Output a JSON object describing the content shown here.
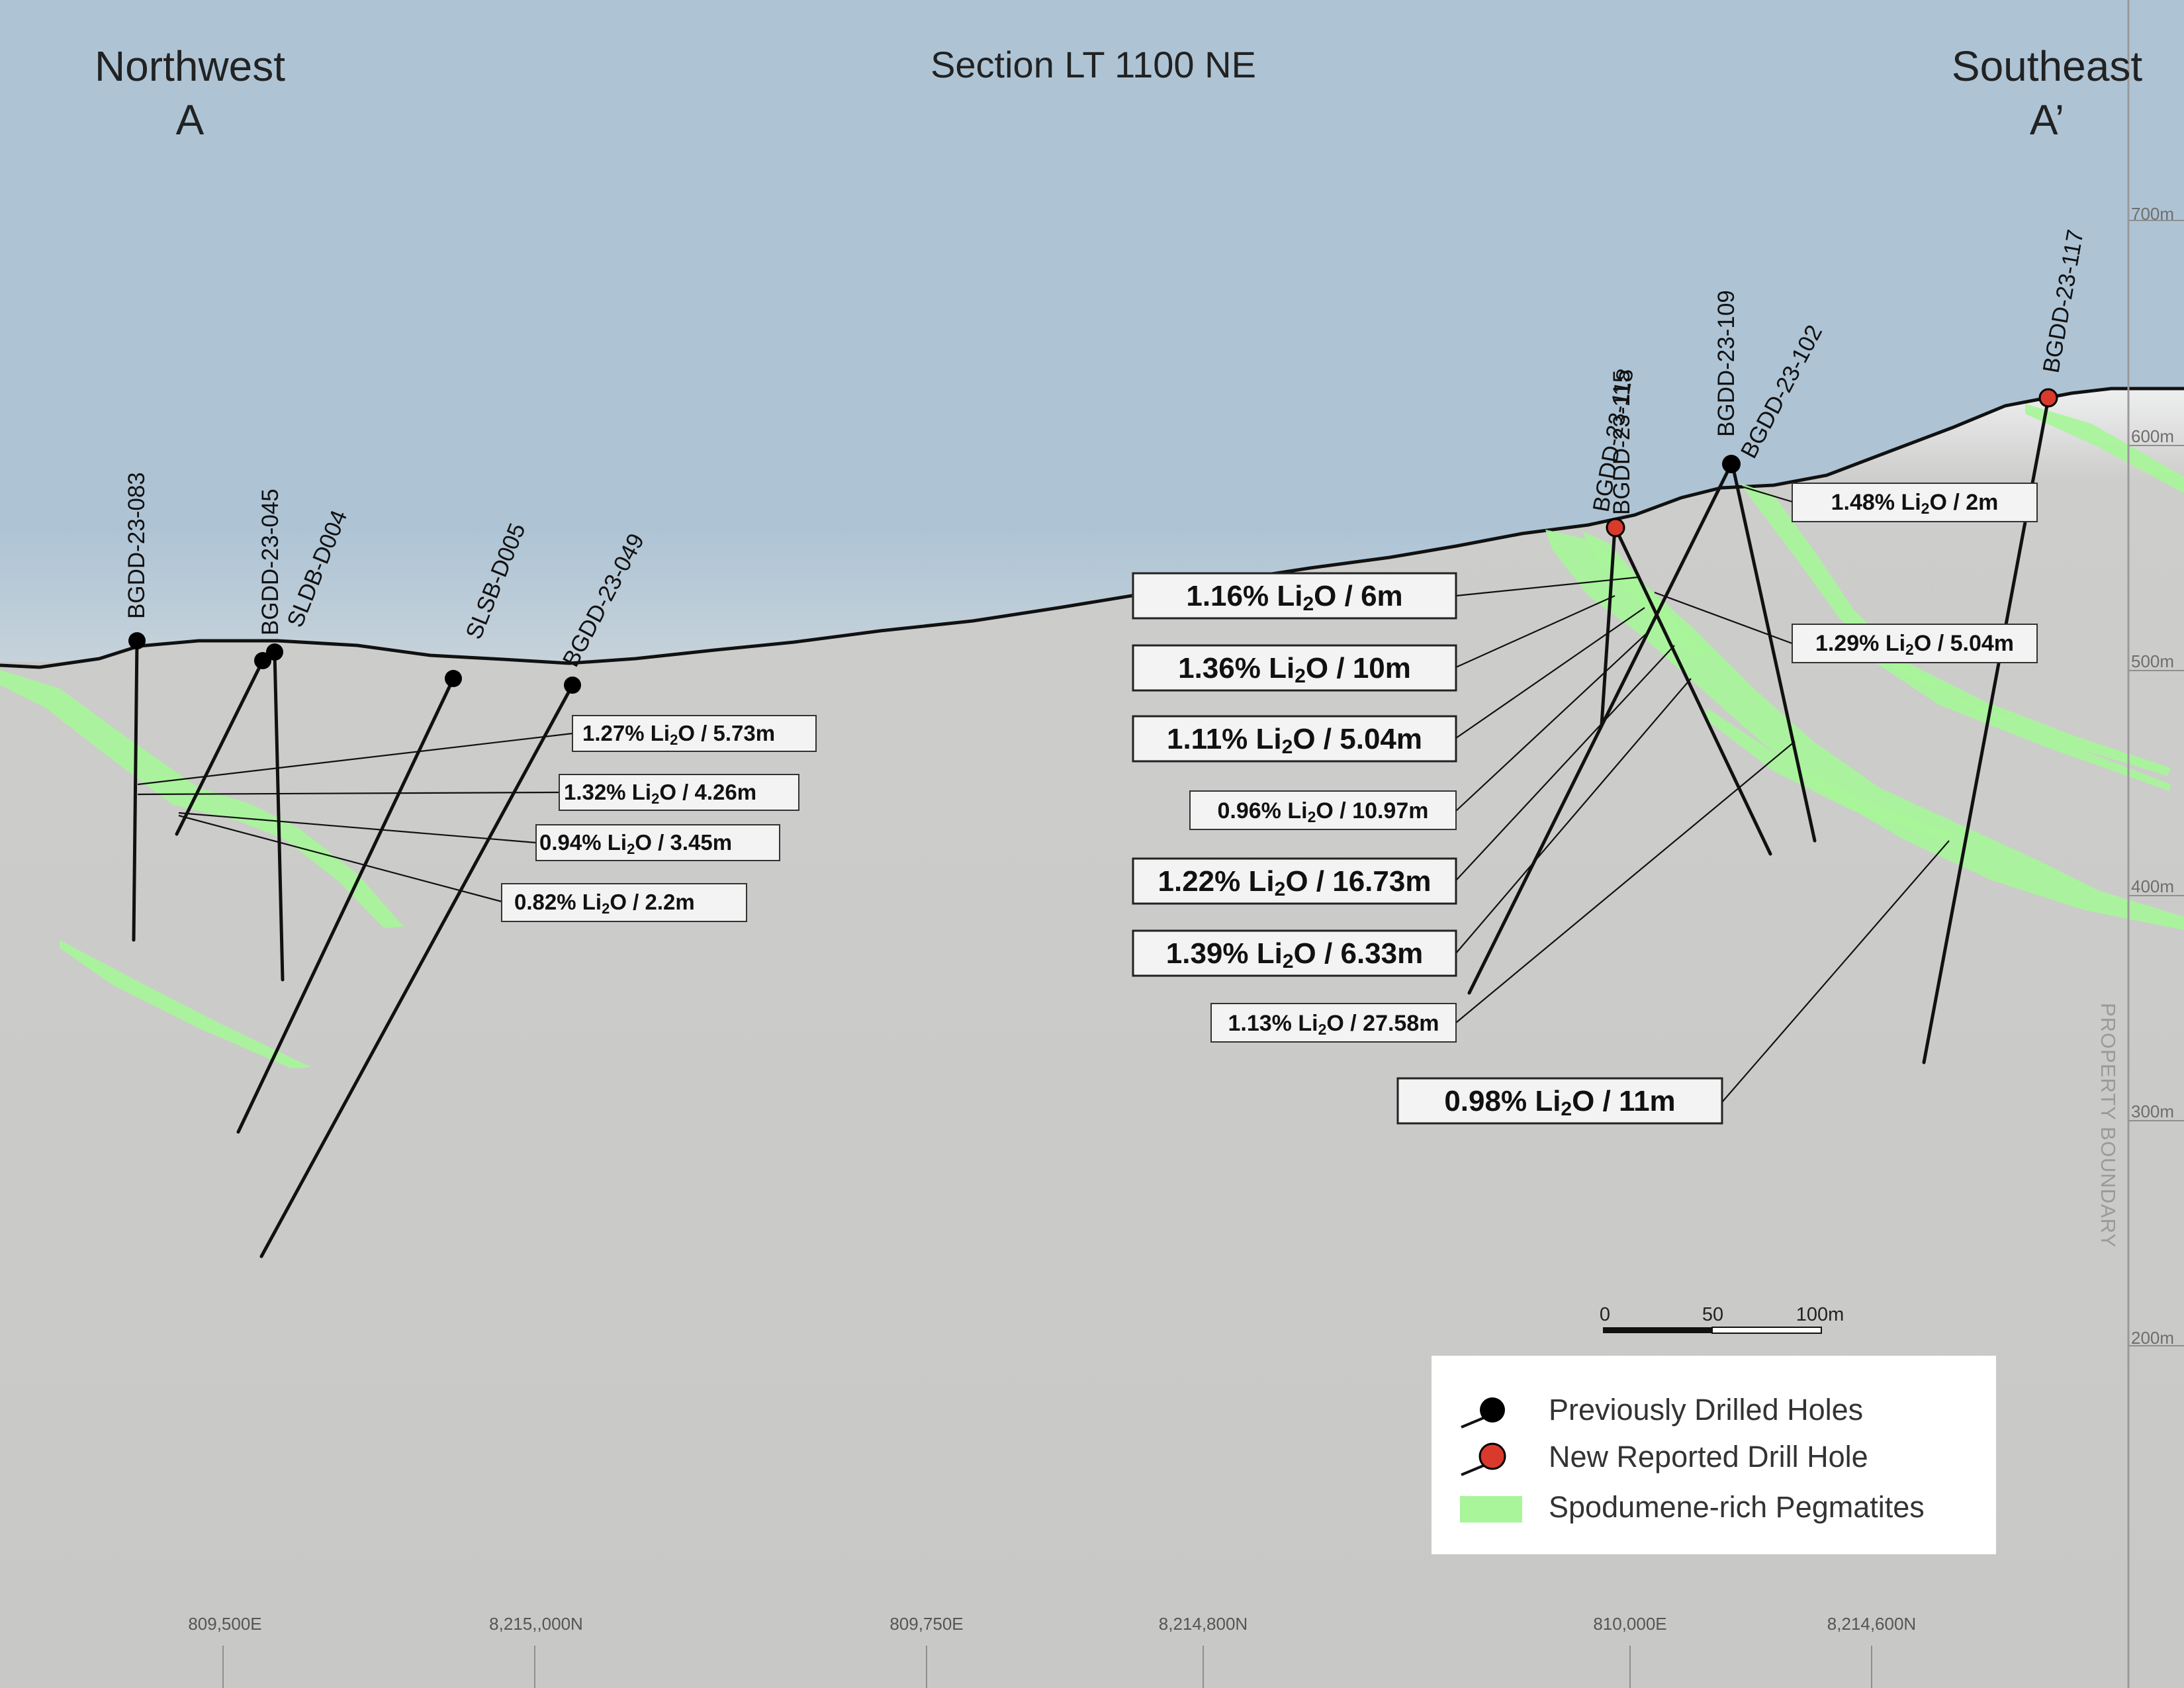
{
  "header": {
    "title": "Section LT 1100 NE",
    "left_direction": "Northwest",
    "left_marker": "A",
    "right_direction": "Southeast",
    "right_marker": "A’"
  },
  "elevation_labels": [
    "700m",
    "600m",
    "500m",
    "400m",
    "300m",
    "200m"
  ],
  "property_boundary_label": "PROPERTY BOUNDARY",
  "holes": [
    {
      "id": "BGDD-23-083",
      "status": "previous"
    },
    {
      "id": "BGDD-23-045",
      "status": "previous"
    },
    {
      "id": "SLDB-D004",
      "status": "previous"
    },
    {
      "id": "SLSB-D005",
      "status": "previous"
    },
    {
      "id": "BGDD-23-049",
      "status": "previous"
    },
    {
      "id": "BGDD-23-118",
      "status": "previous"
    },
    {
      "id": "BGDD-23-115",
      "status": "new"
    },
    {
      "id": "BGDD-23-109",
      "status": "previous"
    },
    {
      "id": "BGDD-23-102",
      "status": "previous"
    },
    {
      "id": "BGDD-23-117",
      "status": "new"
    }
  ],
  "intercepts_left": [
    {
      "grade": "1.27%",
      "length": "5.73m"
    },
    {
      "grade": "1.32%",
      "length": "4.26m"
    },
    {
      "grade": "0.94%",
      "length": "3.45m"
    },
    {
      "grade": "0.82%",
      "length": "2.2m"
    }
  ],
  "intercepts_center": [
    {
      "grade": "1.16%",
      "length": "6m",
      "emphasis": true
    },
    {
      "grade": "1.36%",
      "length": "10m",
      "emphasis": true
    },
    {
      "grade": "1.11%",
      "length": "5.04m",
      "emphasis": true
    },
    {
      "grade": "0.96%",
      "length": "10.97m",
      "emphasis": false
    },
    {
      "grade": "1.22%",
      "length": "16.73m",
      "emphasis": true
    },
    {
      "grade": "1.39%",
      "length": "6.33m",
      "emphasis": true
    },
    {
      "grade": "1.13%",
      "length": "27.58m",
      "emphasis": false
    },
    {
      "grade": "0.98%",
      "length": "11m",
      "emphasis": true
    }
  ],
  "intercepts_right": [
    {
      "grade": "1.48%",
      "length": "2m"
    },
    {
      "grade": "1.29%",
      "length": "5.04m"
    }
  ],
  "mineral_prefix": "Li",
  "mineral_subscript": "2",
  "mineral_suffix": "O",
  "scale_bar": {
    "labels": [
      "0",
      "50",
      "100m"
    ]
  },
  "legend": {
    "items": [
      {
        "label": "Previously Drilled Holes",
        "icon": "black-dot-icon"
      },
      {
        "label": "New Reported Drill Hole",
        "icon": "red-dot-icon"
      },
      {
        "label": "Spodumene-rich Pegmatites",
        "icon": "green-swatch-icon"
      }
    ]
  },
  "coordinates": [
    "809,500E",
    "8,215,,000N",
    "809,750E",
    "8,214,800N",
    "810,000E",
    "8,214,600N"
  ],
  "colors": {
    "sky": "#aec4d5",
    "ground": "#c8c8c6",
    "pegmatite": "#a8f59a",
    "new_hole": "#d93a2b",
    "previous_hole": "#000000"
  }
}
